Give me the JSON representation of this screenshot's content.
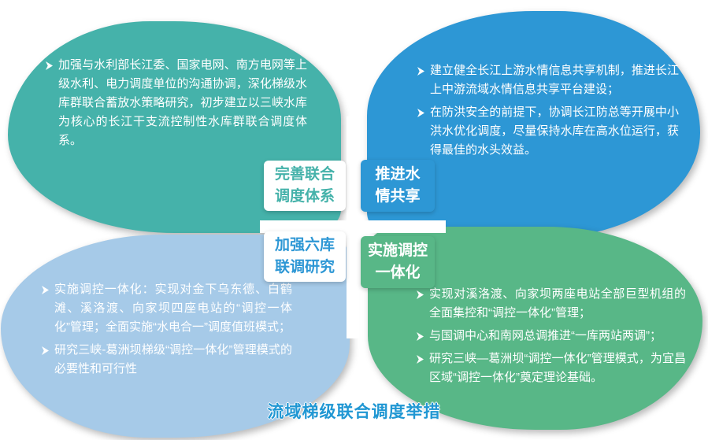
{
  "diagram": {
    "title": "流域梯级联合调度举措",
    "colors": {
      "teal": "#45B2AA",
      "blue": "#2D97D5",
      "light_blue": "#A6CAE8",
      "green": "#58B787",
      "title_blue": "#2097D3"
    },
    "center": {
      "top_left": {
        "label": "完善联合调度体系",
        "lines": [
          "完善联合",
          "调度体系"
        ]
      },
      "top_right": {
        "label": "推进水情共享",
        "lines": [
          "推进水",
          "情共享"
        ]
      },
      "bottom_left": {
        "label": "加强六库联调研究",
        "lines": [
          "加强六库",
          "联调研究"
        ]
      },
      "bottom_right": {
        "label": "实施调控一体化",
        "lines": [
          "实施调控",
          "一体化"
        ]
      }
    },
    "petals": {
      "top_left": {
        "bullets": [
          "加强与水利部长江委、国家电网、南方电网等上级水利、电力调度单位的沟通协调，深化梯级水库群联合蓄放水策略研究，初步建立以三峡水库为核心的长江干支流控制性水库群联合调度体系。"
        ]
      },
      "top_right": {
        "bullets": [
          "建立健全长江上游水情信息共享机制，推进长江上中游流域水情信息共享平台建设；",
          "在防洪安全的前提下，协调长江防总等开展中小洪水优化调度，尽量保持水库在高水位运行，获得最佳的水头效益。"
        ]
      },
      "bottom_left": {
        "bullets": [
          "实施调控一体化：实现对金下乌东德、白鹤滩、溪洛渡、向家坝四座电站的“调控一体化”管理；全面实施“水电合一”调度值班模式；",
          "研究三峡-葛洲坝梯级“调控一体化”管理模式的必要性和可行性"
        ]
      },
      "bottom_right": {
        "bullets": [
          "实现对溪洛渡、向家坝两座电站全部巨型机组的全面集控和“调控一体化”管理；",
          "与国调中心和南网总调推进“一库两站两调”；",
          "研究三峡—葛洲坝“调控一体化”管理模式，为宜昌区域“调控一体化”奠定理论基础。"
        ]
      }
    }
  }
}
